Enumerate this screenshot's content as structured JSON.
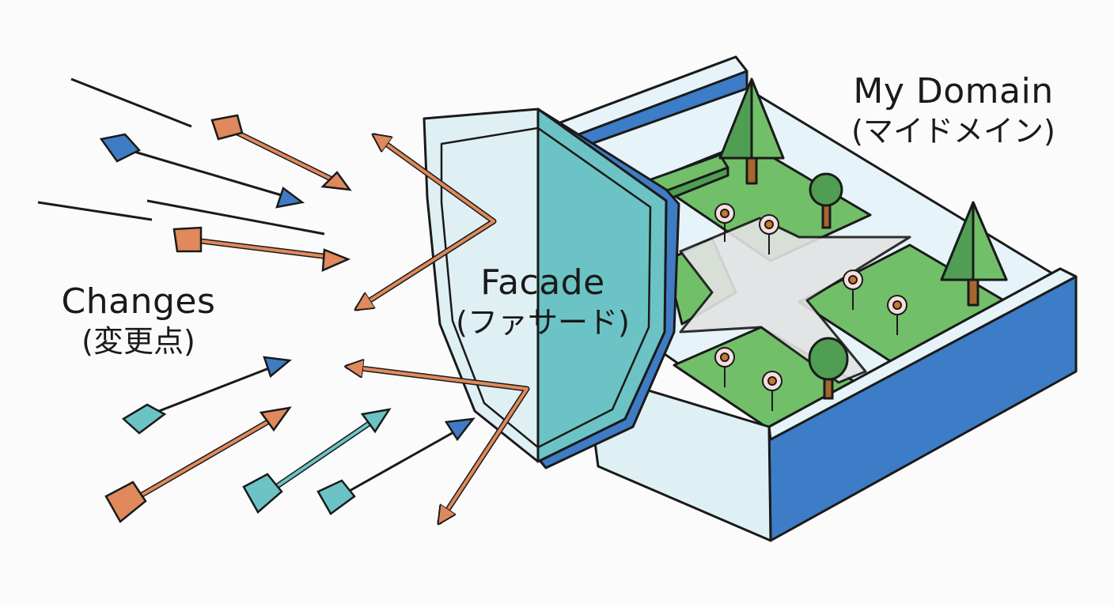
{
  "labels": {
    "changes": {
      "main": "Changes",
      "sub": "(変更点)"
    },
    "facade": {
      "main": "Facade",
      "sub": "(ファサード)"
    },
    "domain": {
      "main": "My Domain",
      "sub": "(マイドメイン)"
    }
  },
  "colors": {
    "orange_arrow": "#e0895c",
    "blue_arrow": "#3f7cc4",
    "teal_arrow": "#6cc3c5",
    "shield_light": "#dff0f4",
    "shield_teal": "#6cc3c5",
    "shield_blue": "#3f7cc4",
    "wall_blue": "#3d7cc6",
    "wall_light": "#e6f3f8",
    "grass": "#72bf6a",
    "tree": "#4f9e53",
    "path": "#e3e3e3",
    "outline": "#1a1a1a"
  },
  "icons": [
    "shield-icon",
    "arrow-icon",
    "tree-icon",
    "flower-icon"
  ]
}
